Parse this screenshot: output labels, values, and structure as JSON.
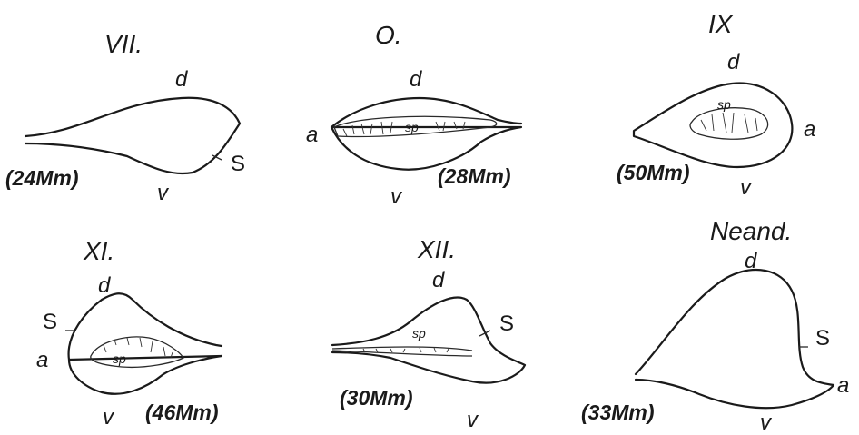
{
  "figures": [
    {
      "id": "VII",
      "title": "VII.",
      "measure": "(24Mm)",
      "d": "d",
      "v": "v",
      "S": "S"
    },
    {
      "id": "O",
      "title": "O.",
      "measure": "(28Mm)",
      "d": "d",
      "v": "v",
      "a": "a",
      "sp": "sp"
    },
    {
      "id": "IX",
      "title": "IX",
      "measure": "(50Mm)",
      "d": "d",
      "v": "v",
      "a": "a",
      "sp": "sp"
    },
    {
      "id": "XI",
      "title": "XI.",
      "measure": "(46Mm)",
      "d": "d",
      "v": "v",
      "a": "a",
      "S": "S",
      "sp": "sp"
    },
    {
      "id": "XII",
      "title": "XII.",
      "measure": "(30Mm)",
      "d": "d",
      "v": "v",
      "S": "S",
      "sp": "sp"
    },
    {
      "id": "Neand",
      "title": "Neand.",
      "measure": "(33Mm)",
      "d": "d",
      "v": "v",
      "a": "a",
      "S": "S"
    }
  ],
  "colors": {
    "ink": "#1a1a1a",
    "paper": "#ffffff"
  }
}
